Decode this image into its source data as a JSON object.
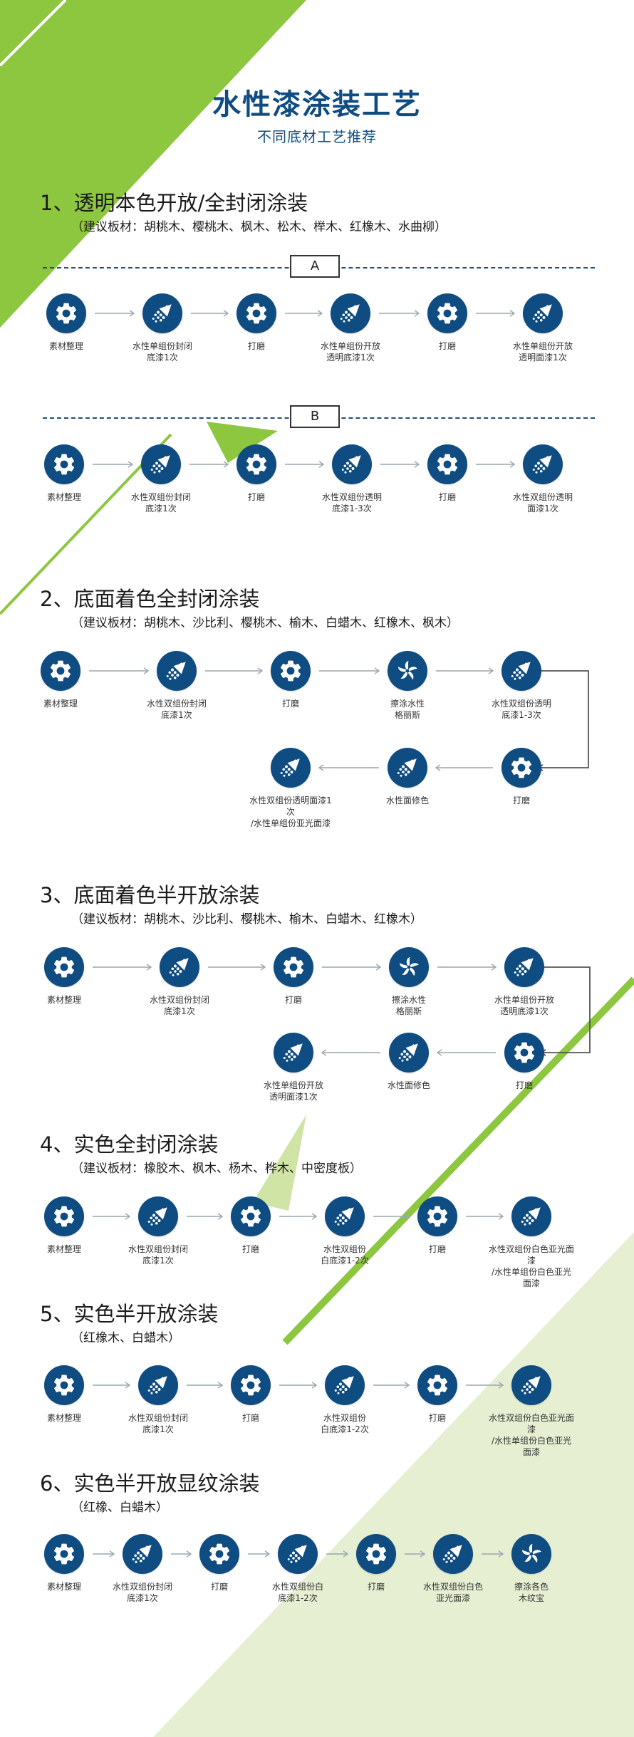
{
  "header": {
    "title": "水性漆涂装工艺",
    "subtitle": "不同底材工艺推荐"
  },
  "colors": {
    "icon_blue": "#0f4c81",
    "green": "#8dc63f",
    "light_green": "#e6efd2"
  },
  "icons": {
    "gear": "gear-icon",
    "spray": "spray-gun-icon",
    "swirl": "swirl-icon"
  },
  "sections": [
    {
      "title": "1、透明本色开放/全封闭涂装",
      "subtitle": "（建议板材：胡桃木、樱桃木、枫木、松木、榉木、红橡木、水曲柳）",
      "groups": [
        {
          "label": "A",
          "steps": [
            {
              "icon": "gear",
              "caption": "素材整理"
            },
            {
              "icon": "spray",
              "caption": "水性单组份封闭\n底漆1次"
            },
            {
              "icon": "gear",
              "caption": "打磨"
            },
            {
              "icon": "spray",
              "caption": "水性单组份开放\n透明底漆1次"
            },
            {
              "icon": "gear",
              "caption": "打磨"
            },
            {
              "icon": "spray",
              "caption": "水性单组份开放\n透明面漆1次"
            }
          ]
        },
        {
          "label": "B",
          "steps": [
            {
              "icon": "gear",
              "caption": "素材整理"
            },
            {
              "icon": "spray",
              "caption": "水性双组份封闭\n底漆1次"
            },
            {
              "icon": "gear",
              "caption": "打磨"
            },
            {
              "icon": "spray",
              "caption": "水性双组份透明\n底漆1-3次"
            },
            {
              "icon": "gear",
              "caption": "打磨"
            },
            {
              "icon": "spray",
              "caption": "水性双组份透明\n面漆1次"
            }
          ]
        }
      ]
    },
    {
      "title": "2、底面着色全封闭涂装",
      "subtitle": "（建议板材：胡桃木、沙比利、樱桃木、榆木、白蜡木、红橡木、枫木）",
      "steps": [
        {
          "icon": "gear",
          "caption": "素材整理"
        },
        {
          "icon": "spray",
          "caption": "水性双组份封闭\n底漆1次"
        },
        {
          "icon": "gear",
          "caption": "打磨"
        },
        {
          "icon": "swirl",
          "caption": "擦涂水性\n格丽斯"
        },
        {
          "icon": "spray",
          "caption": "水性双组份透明\n底漆1-3次"
        },
        {
          "icon": "gear",
          "caption": "打磨"
        },
        {
          "icon": "spray",
          "caption": "水性面修色"
        },
        {
          "icon": "spray",
          "caption": "水性双组份透明面漆1次\n/水性单组份亚光面漆"
        }
      ]
    },
    {
      "title": "3、底面着色半开放涂装",
      "subtitle": "（建议板材：胡桃木、沙比利、樱桃木、榆木、白蜡木、红橡木）",
      "steps": [
        {
          "icon": "gear",
          "caption": "素材整理"
        },
        {
          "icon": "spray",
          "caption": "水性双组份封闭\n底漆1次"
        },
        {
          "icon": "gear",
          "caption": "打磨"
        },
        {
          "icon": "swirl",
          "caption": "擦涂水性\n格丽斯"
        },
        {
          "icon": "spray",
          "caption": "水性单组份开放\n透明底漆1次"
        },
        {
          "icon": "gear",
          "caption": "打磨"
        },
        {
          "icon": "spray",
          "caption": "水性面修色"
        },
        {
          "icon": "spray",
          "caption": "水性单组份开放\n透明面漆1次"
        }
      ]
    },
    {
      "title": "4、实色全封闭涂装",
      "subtitle": "（建议板材：橡胶木、枫木、杨木、桦木、中密度板）",
      "steps": [
        {
          "icon": "gear",
          "caption": "素材整理"
        },
        {
          "icon": "spray",
          "caption": "水性双组份封闭\n底漆1次"
        },
        {
          "icon": "gear",
          "caption": "打磨"
        },
        {
          "icon": "spray",
          "caption": "水性双组份\n白底漆1-2次"
        },
        {
          "icon": "gear",
          "caption": "打磨"
        },
        {
          "icon": "spray",
          "caption": "水性双组份白色亚光面漆\n/水性单组份白色亚光面漆"
        }
      ]
    },
    {
      "title": "5、实色半开放涂装",
      "subtitle": "（红橡木、白蜡木）",
      "steps": [
        {
          "icon": "gear",
          "caption": "素材整理"
        },
        {
          "icon": "spray",
          "caption": "水性双组份封闭\n底漆1次"
        },
        {
          "icon": "gear",
          "caption": "打磨"
        },
        {
          "icon": "spray",
          "caption": "水性双组份\n白底漆1-2次"
        },
        {
          "icon": "gear",
          "caption": "打磨"
        },
        {
          "icon": "spray",
          "caption": "水性双组份白色亚光面漆\n/水性单组份白色亚光面漆"
        }
      ]
    },
    {
      "title": "6、实色半开放显纹涂装",
      "subtitle": "（红橡、白蜡木）",
      "steps": [
        {
          "icon": "gear",
          "caption": "素材整理"
        },
        {
          "icon": "spray",
          "caption": "水性双组份封闭\n底漆1次"
        },
        {
          "icon": "gear",
          "caption": "打磨"
        },
        {
          "icon": "spray",
          "caption": "水性双组份白\n底漆1-2次"
        },
        {
          "icon": "gear",
          "caption": "打磨"
        },
        {
          "icon": "spray",
          "caption": "水性双组份白色\n亚光面漆"
        },
        {
          "icon": "swirl",
          "caption": "擦涂各色\n木纹宝"
        }
      ]
    }
  ]
}
